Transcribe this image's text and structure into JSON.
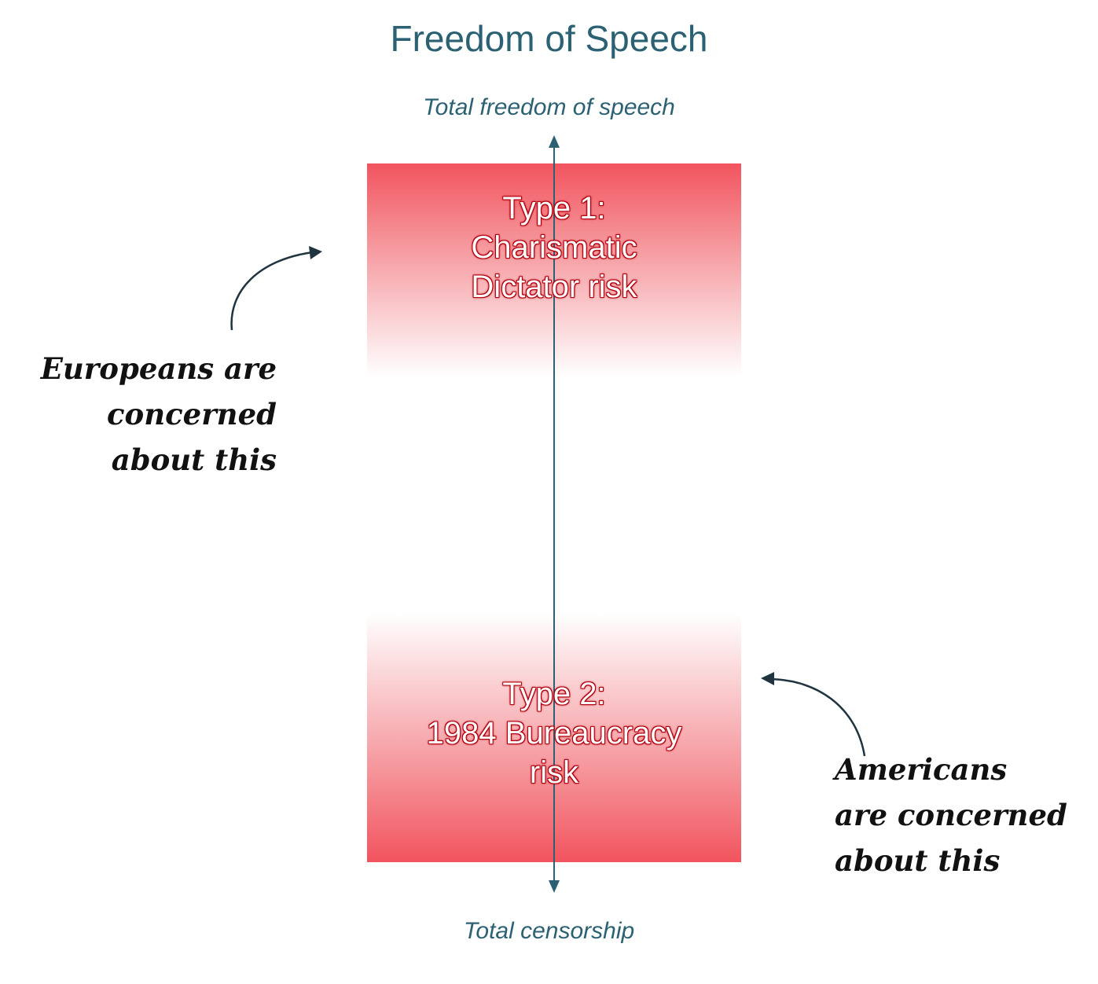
{
  "title": "Freedom of Speech",
  "axis": {
    "top_label": "Total freedom of speech",
    "bottom_label": "Total censorship"
  },
  "zones": {
    "top": {
      "lines": [
        "Type 1:",
        "Charismatic",
        "Dictator risk"
      ]
    },
    "bottom": {
      "lines": [
        "Type 2:",
        "1984 Bureaucracy",
        "risk"
      ]
    }
  },
  "notes": {
    "left": {
      "lines": [
        "Europeans are",
        "concerned",
        "about this"
      ]
    },
    "right": {
      "lines": [
        "Americans",
        "are concerned",
        "about this"
      ]
    }
  },
  "colors": {
    "accent": "#2b6173",
    "risk": "#f2545e",
    "risk_outline": "#b3000f",
    "annotation_arrow": "#1f3440"
  }
}
